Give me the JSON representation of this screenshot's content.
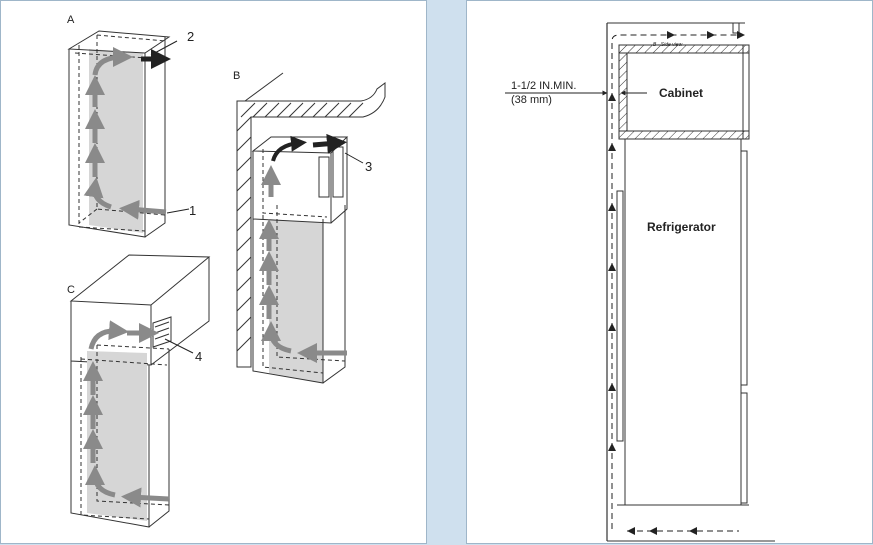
{
  "left_panel": {
    "label_a": "A",
    "label_b": "B",
    "label_c": "C",
    "callout_1": "1",
    "callout_2": "2",
    "callout_3": "3",
    "callout_4": "4"
  },
  "right_panel": {
    "side_view_label": "B - Side view",
    "min_gap": "1-1/2 IN.MIN.",
    "min_gap_metric": "(38 mm)",
    "cabinet_label": "Cabinet",
    "refrigerator_label": "Refrigerator"
  },
  "colors": {
    "shade": "#d6d6d6",
    "arrow": "#8a8a8a",
    "line": "#333333",
    "background": "#cfe0ee"
  }
}
